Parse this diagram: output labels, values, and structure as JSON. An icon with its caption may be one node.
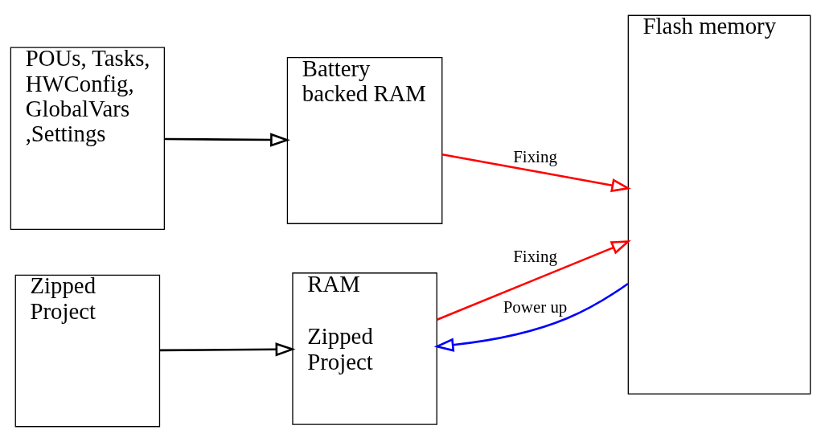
{
  "diagram": {
    "nodes": [
      {
        "text": [
          "POUs, Tasks, HWConfig, GlobalVars ,Settings"
        ]
      },
      {
        "text": [
          "Battery backed RAM"
        ]
      },
      {
        "text": [
          "Flash memory"
        ]
      },
      {
        "text": [
          "Zipped Project"
        ]
      },
      {
        "text": [
          "RAM",
          "Zipped Project"
        ]
      }
    ],
    "edges": [
      {
        "from": 0,
        "to": 1,
        "arrow": "to"
      },
      {
        "from": 1,
        "to": 2,
        "arrow": "to",
        "label": "Fixing",
        "color": "#ff0000"
      },
      {
        "from": 3,
        "to": 4,
        "arrow": "to"
      },
      {
        "from": 4,
        "to": 2,
        "arrow": "to",
        "label": "Fixing",
        "color": "#ff0000"
      },
      {
        "from": 2,
        "to": 4,
        "arrow": "to",
        "label": "Power up",
        "color": "#0000ff"
      }
    ]
  }
}
